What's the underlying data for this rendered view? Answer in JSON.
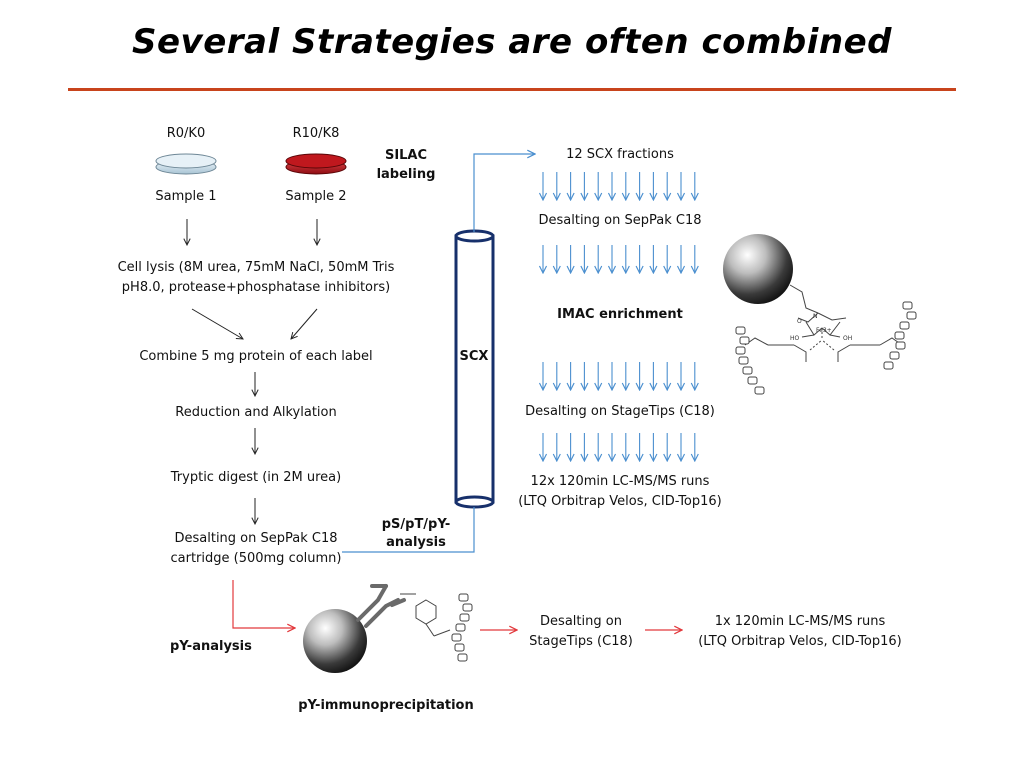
{
  "title": "Several Strategies are often combined",
  "colors": {
    "title_rule": "#c8441c",
    "sample2_dish": "#c0181e",
    "sample1_dish": "#d6e6ef",
    "scx_column": "#17306b",
    "blue_arrow": "#4b8fcf",
    "red_arrow": "#e2393c"
  },
  "silac": {
    "label_light": "R0/K0",
    "label_heavy": "R10/K8",
    "sample1": "Sample 1",
    "sample2": "Sample 2",
    "labeling_line1": "SILAC",
    "labeling_line2": "labeling"
  },
  "workflow": {
    "lysis_line1": "Cell lysis (8M urea, 75mM NaCl, 50mM Tris",
    "lysis_line2": "pH8.0, protease+phosphatase inhibitors)",
    "combine": "Combine 5 mg protein of each label",
    "reduction": "Reduction and Alkylation",
    "digest": "Tryptic digest (in 2M urea)",
    "desalt_line1": "Desalting on SepPak C18",
    "desalt_line2": "cartridge (500mg column)"
  },
  "scx_branch": {
    "column_label": "SCX",
    "analysis_line1": "pS/pT/pY-",
    "analysis_line2": "analysis",
    "fractions": "12 SCX fractions",
    "desalt_seppak": "Desalting on SepPak C18",
    "imac": "IMAC enrichment",
    "desalt_stagetips": "Desalting on StageTips (C18)",
    "lcms_line1": "12x  120min LC-MS/MS runs",
    "lcms_line2": "(LTQ Orbitrap Velos, CID-Top16)"
  },
  "py_branch": {
    "analysis": "pY-analysis",
    "ip": "pY-immunoprecipitation",
    "desalt_line1": "Desalting on",
    "desalt_line2": "StageTips (C18)",
    "lcms_line1": "1x  120min LC-MS/MS runs",
    "lcms_line2": "(LTQ Orbitrap Velos, CID-Top16)"
  },
  "imac_chemistry": {
    "metal": "Fe3+",
    "ho_left": "HO",
    "oh_right": "OH",
    "n_atom": "N",
    "o_atom": "O"
  },
  "icons": {
    "imac_bead": "sphere-bead-icon",
    "py_bead": "sphere-bead-icon",
    "antibody": "antibody-icon",
    "peptide": "peptide-chain-icon"
  }
}
